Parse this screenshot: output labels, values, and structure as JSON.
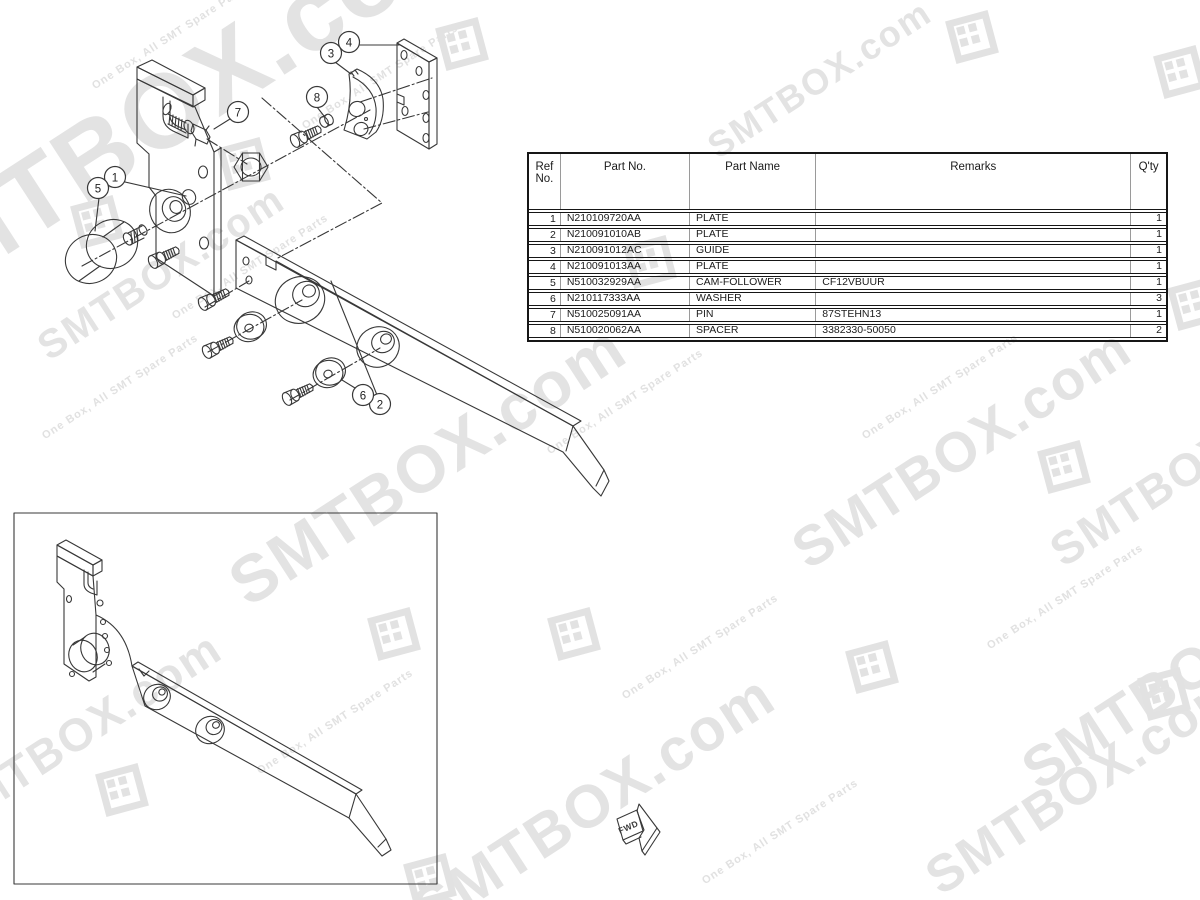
{
  "watermark": {
    "brand": "SMTBOX.com",
    "tagline": "One Box, All SMT Spare Parts"
  },
  "diagram": {
    "balloons": [
      {
        "label": "1"
      },
      {
        "label": "2"
      },
      {
        "label": "3"
      },
      {
        "label": "4"
      },
      {
        "label": "5"
      },
      {
        "label": "6"
      },
      {
        "label": "7"
      },
      {
        "label": "8"
      }
    ],
    "fwd_label": "FWD"
  },
  "parts_table": {
    "headers": {
      "ref_line1": "Ref",
      "ref_line2": "No.",
      "part_no": "Part No.",
      "part_name": "Part Name",
      "remarks": "Remarks",
      "qty": "Q'ty"
    },
    "rows": [
      {
        "ref": "1",
        "part_no": "N210109720AA",
        "part_name": "PLATE",
        "remarks": "",
        "qty": "1"
      },
      {
        "ref": "2",
        "part_no": "N210091010AB",
        "part_name": "PLATE",
        "remarks": "",
        "qty": "1"
      },
      {
        "ref": "3",
        "part_no": "N210091012AC",
        "part_name": "GUIDE",
        "remarks": "",
        "qty": "1"
      },
      {
        "ref": "4",
        "part_no": "N210091013AA",
        "part_name": "PLATE",
        "remarks": "",
        "qty": "1"
      },
      {
        "ref": "5",
        "part_no": "N510032929AA",
        "part_name": "CAM-FOLLOWER",
        "remarks": "CF12VBUUR",
        "qty": "1"
      },
      {
        "ref": "6",
        "part_no": "N210117333AA",
        "part_name": "WASHER",
        "remarks": "",
        "qty": "3"
      },
      {
        "ref": "7",
        "part_no": "N510025091AA",
        "part_name": "PIN",
        "remarks": "87STEHN13",
        "qty": "1"
      },
      {
        "ref": "8",
        "part_no": "N510020062AA",
        "part_name": "SPACER",
        "remarks": "3382330-50050",
        "qty": "2"
      }
    ]
  }
}
